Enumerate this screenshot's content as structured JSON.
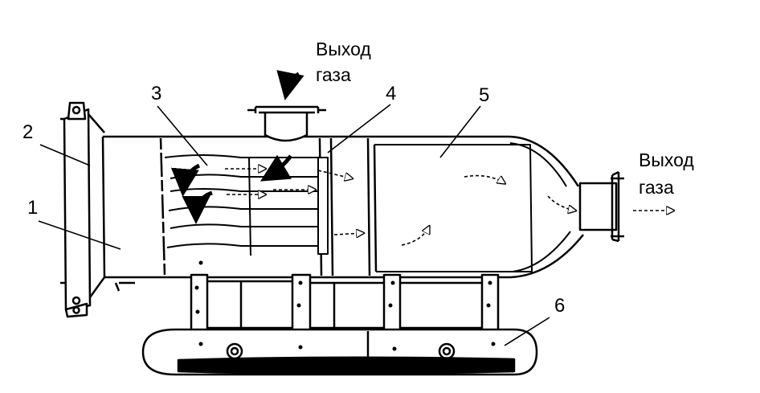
{
  "labels": {
    "gas_outlet_top_line1": "Выход",
    "gas_outlet_top_line2": "газа",
    "gas_outlet_right_line1": "Выход",
    "gas_outlet_right_line2": "газа"
  },
  "callouts": [
    "1",
    "2",
    "3",
    "4",
    "5",
    "6"
  ],
  "colors": {
    "ink": "#000000",
    "paper": "#ffffff"
  }
}
